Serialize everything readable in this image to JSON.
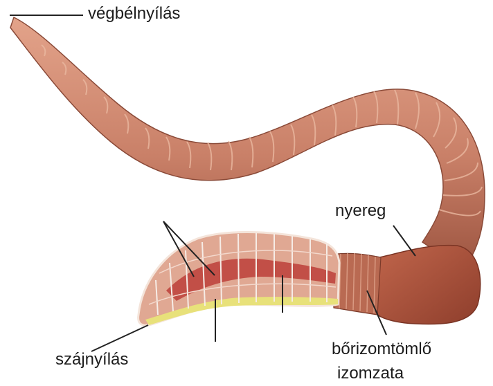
{
  "labels": {
    "anus": "végbélnyílás",
    "saddle": "nyereg",
    "mouth": "szájnyílás",
    "body_wall_line1": "bőrizomtömlő",
    "body_wall_line2": "izomzata"
  },
  "colors": {
    "body": "#c98068",
    "body_shadow": "#9c5440",
    "ring": "#e8b49c",
    "saddle": "#a9523b",
    "cutaway_inner": "#e0a893",
    "gut_red": "#b8322e",
    "ventral_yellow": "#e8e17a",
    "leader_line": "#222222"
  }
}
